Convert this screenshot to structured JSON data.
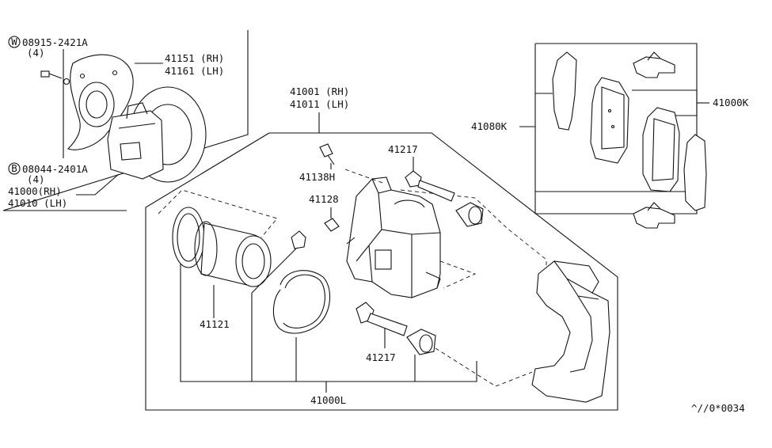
{
  "labels": {
    "washer_code": "08915-2421A",
    "washer_qty": "(4)",
    "washer_badge": "W",
    "bolt_code": "08044-2401A",
    "bolt_qty": "(4)",
    "bolt_badge": "B",
    "plate_rh": "41151 (RH)",
    "plate_lh": "41161 (LH)",
    "assy_rh": "41000(RH)",
    "assy_lh": "41010 (LH)",
    "caliper_rh": "41001 (RH)",
    "caliper_lh": "41011 (LH)",
    "bleeder_screw": "41138H",
    "bleeder_cap": "41128",
    "pin_bolt_top": "41217",
    "pin_bolt_bottom": "41217",
    "piston": "41121",
    "seal_kit": "41000L",
    "pad_kit": "41000K",
    "pad_hardware": "41080K",
    "figure_code": "^//0*0034"
  }
}
